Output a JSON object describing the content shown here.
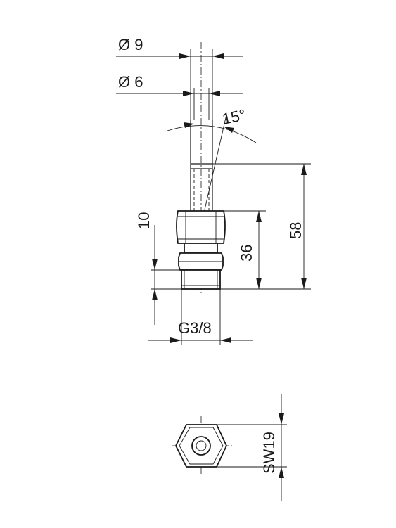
{
  "dimensions": {
    "outer_diameter": "Ø 9",
    "inner_diameter": "Ø 6",
    "angle": "15°",
    "overall_length": "58",
    "body_length": "36",
    "thread_length": "10",
    "thread_size": "G3/8",
    "wrench_size": "SW19"
  }
}
